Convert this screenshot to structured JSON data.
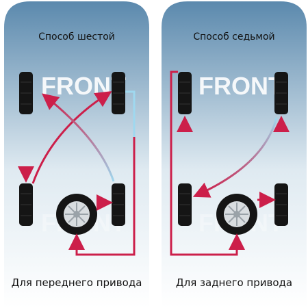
{
  "panels": [
    {
      "title": "Способ шестой",
      "caption": "Для переднего привода",
      "front_label": "FRONT",
      "rear_watermark": "FRONT"
    },
    {
      "title": "Способ седьмой",
      "caption": "Для заднего привода",
      "front_label": "FRONT",
      "rear_watermark": "FRONT"
    }
  ],
  "colors": {
    "arrow": "#cc1f4a",
    "arrow_light": "#9fd8ef",
    "panel_top": "#5b89ad",
    "panel_bottom": "#ffffff",
    "tire": "#151515"
  }
}
